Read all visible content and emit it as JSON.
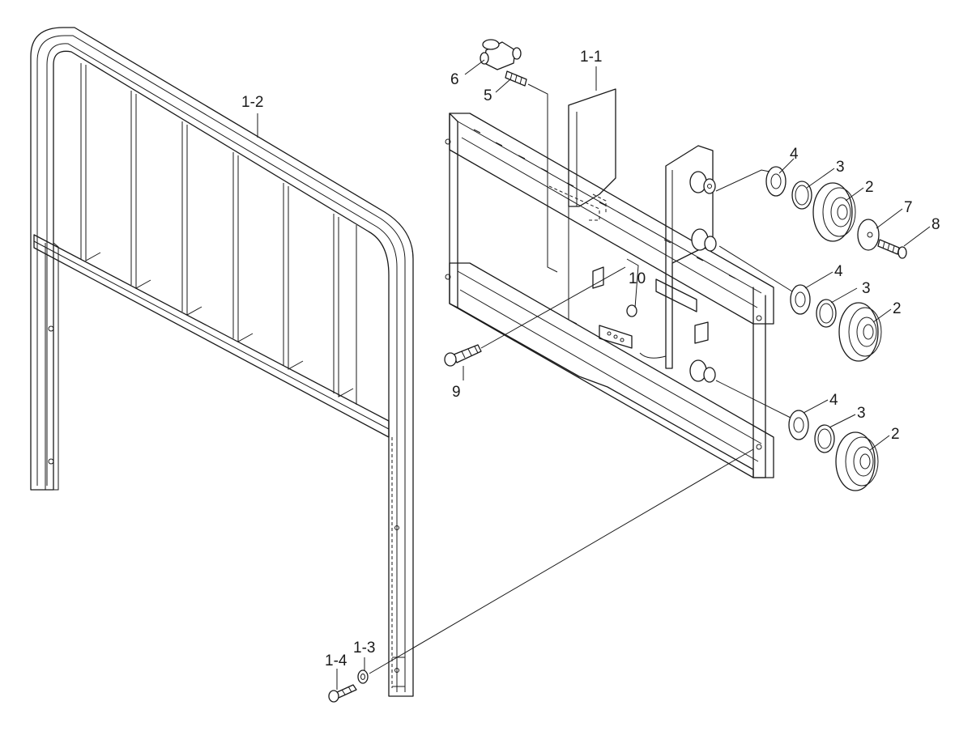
{
  "diagram": {
    "callouts": [
      {
        "id": "1-1",
        "text": "1-1"
      },
      {
        "id": "1-2",
        "text": "1-2"
      },
      {
        "id": "1-3",
        "text": "1-3"
      },
      {
        "id": "1-4",
        "text": "1-4"
      },
      {
        "id": "2a",
        "text": "2"
      },
      {
        "id": "2b",
        "text": "2"
      },
      {
        "id": "2c",
        "text": "2"
      },
      {
        "id": "3a",
        "text": "3"
      },
      {
        "id": "3b",
        "text": "3"
      },
      {
        "id": "3c",
        "text": "3"
      },
      {
        "id": "4a",
        "text": "4"
      },
      {
        "id": "4b",
        "text": "4"
      },
      {
        "id": "4c",
        "text": "4"
      },
      {
        "id": "5",
        "text": "5"
      },
      {
        "id": "6",
        "text": "6"
      },
      {
        "id": "7",
        "text": "7"
      },
      {
        "id": "8",
        "text": "8"
      },
      {
        "id": "9",
        "text": "9"
      },
      {
        "id": "10",
        "text": "10"
      }
    ]
  }
}
